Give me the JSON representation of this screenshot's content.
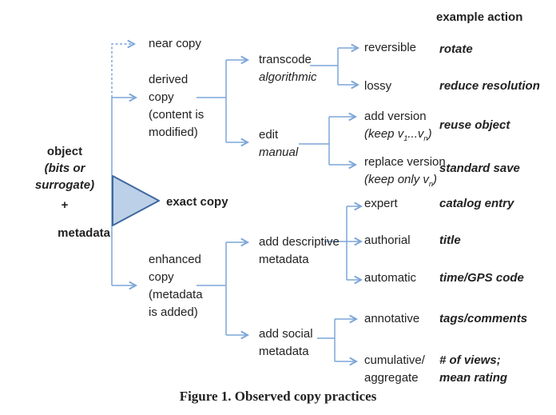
{
  "header": {
    "example_action": "example action"
  },
  "source": {
    "object_line1": "object",
    "object_line2": "(bits or surrogate)",
    "plus": "+",
    "metadata": "metadata"
  },
  "nodes": {
    "near_copy": "near copy",
    "derived_copy": {
      "lines": [
        "derived",
        "copy",
        "(content is",
        "modified)"
      ]
    },
    "exact_copy": "exact copy",
    "enhanced_copy": {
      "lines": [
        "enhanced",
        "copy",
        "(metadata",
        "is added)"
      ]
    },
    "transcode": {
      "name": "transcode",
      "mode": "algorithmic"
    },
    "edit": {
      "name": "edit",
      "mode": "manual"
    },
    "add_descriptive": {
      "lines": [
        "add descriptive",
        "metadata"
      ]
    },
    "add_social": {
      "lines": [
        "add social",
        "metadata"
      ]
    },
    "reversible": "reversible",
    "lossy": "lossy",
    "add_version": {
      "line1": "add version",
      "line2": [
        {
          "t": "(keep v"
        },
        {
          "t": "1",
          "sub": true
        },
        {
          "t": "...v"
        },
        {
          "t": "n",
          "sub": true
        },
        {
          "t": ")"
        }
      ]
    },
    "replace_version": {
      "line1": "replace version",
      "line2": [
        {
          "t": "(keep only v"
        },
        {
          "t": "n",
          "sub": true
        },
        {
          "t": ")"
        }
      ]
    },
    "expert": "expert",
    "authorial": "authorial",
    "automatic": "automatic",
    "annotative": "annotative",
    "cumulative": {
      "lines": [
        "cumulative/",
        "aggregate"
      ]
    }
  },
  "examples": {
    "rotate": "rotate",
    "reduce_resolution": "reduce resolution",
    "reuse_object": "reuse object",
    "standard_save": "standard save",
    "catalog_entry": "catalog entry",
    "title": "title",
    "time_gps": "time/GPS code",
    "tags_comments": "tags/comments",
    "views": {
      "lines": [
        "# of views;",
        "mean rating"
      ]
    }
  },
  "caption": "Figure 1. Observed copy practices",
  "colors": {
    "line": "#7da6d8",
    "triangle_fill": "#bcd0e8",
    "triangle_stroke": "#3f689f",
    "text": "#222222"
  }
}
